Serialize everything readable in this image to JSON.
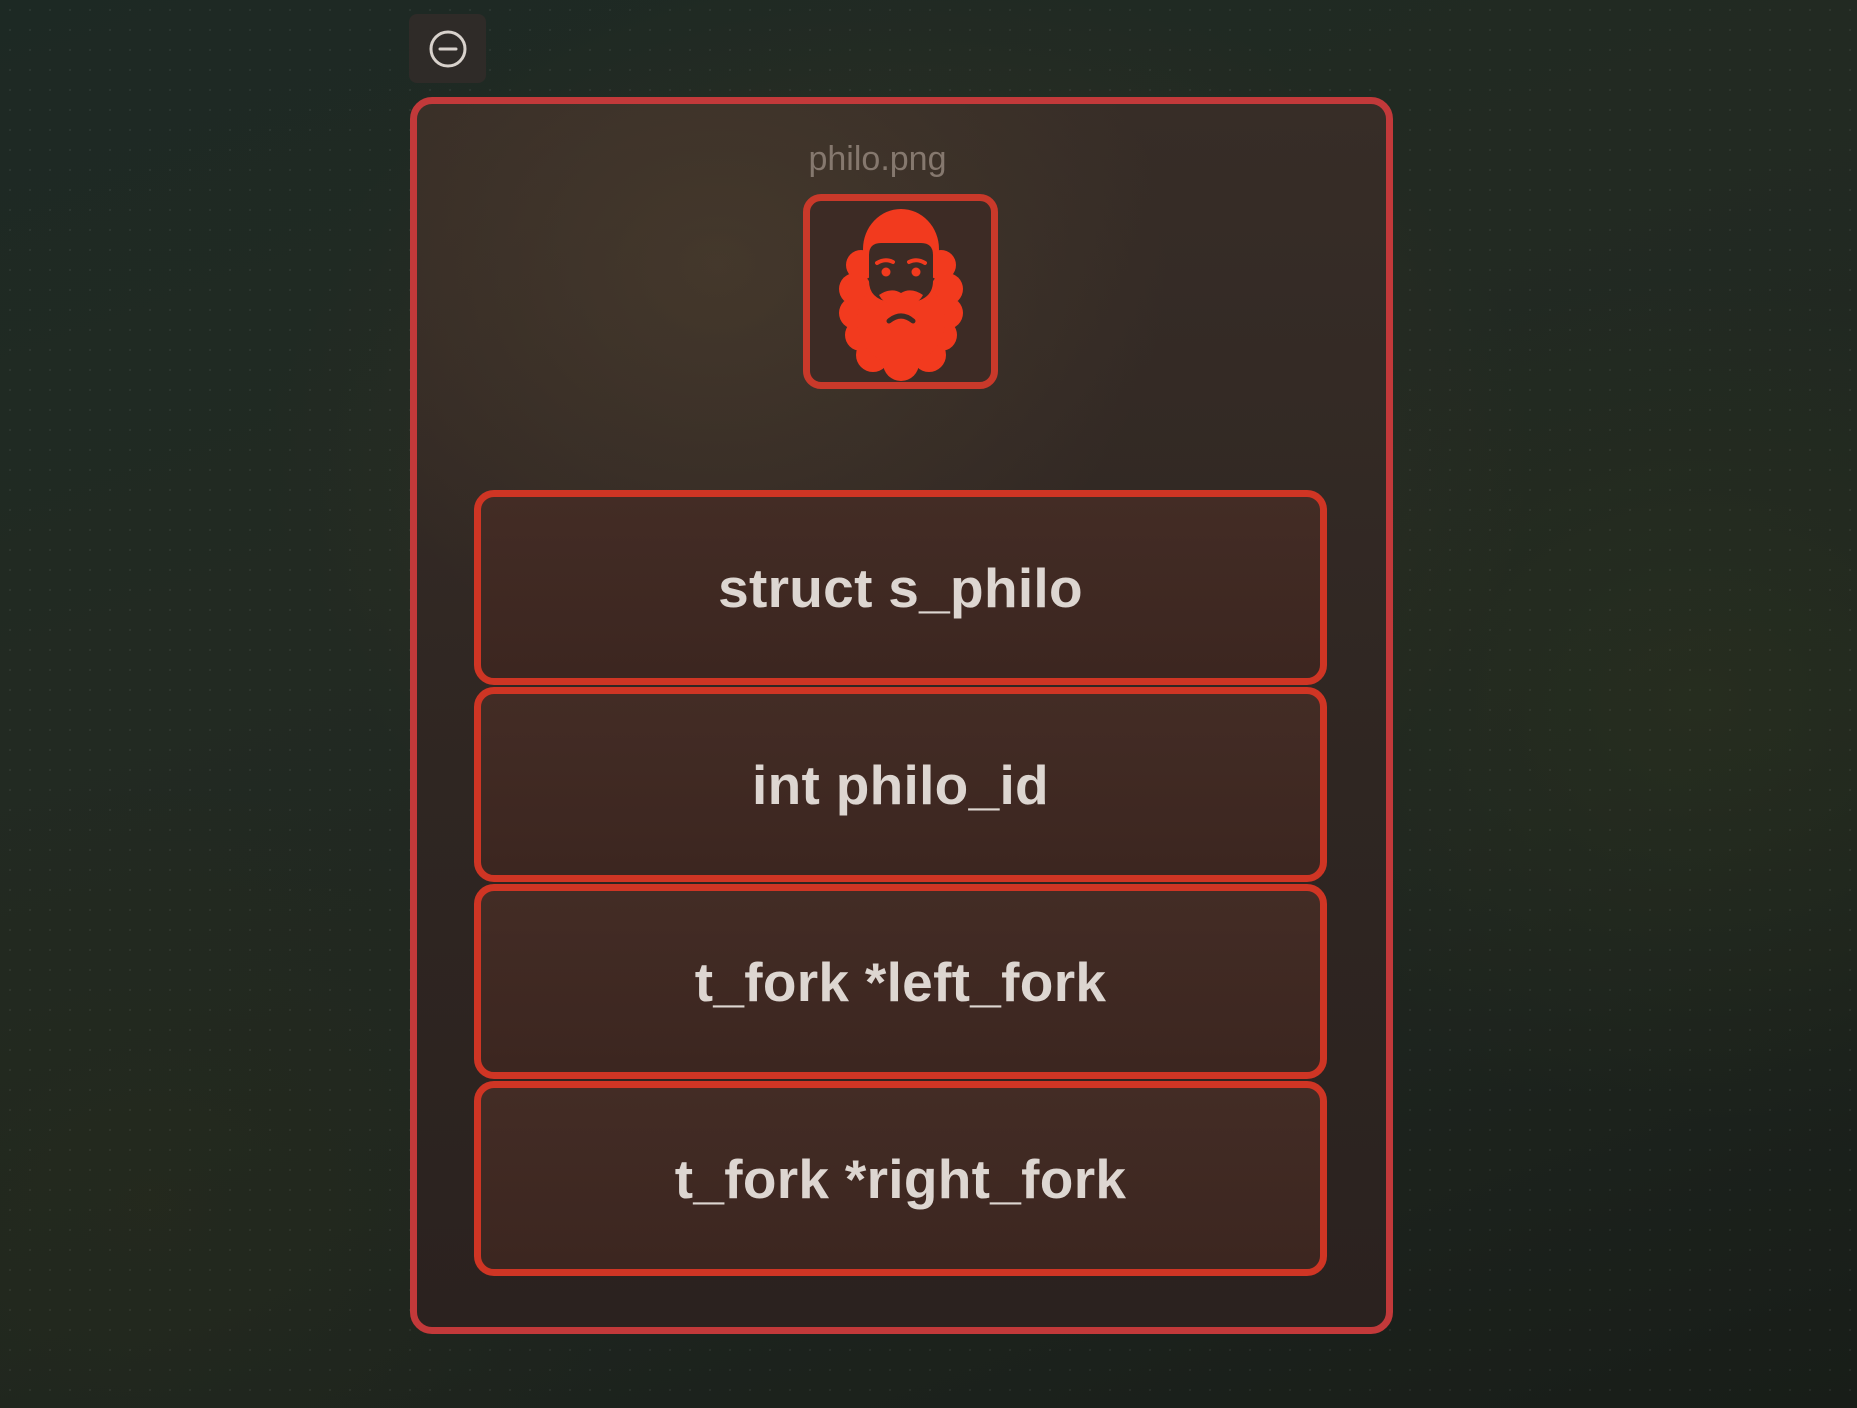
{
  "toolbar": {
    "collapse_icon": "minus-circle-icon"
  },
  "group": {
    "image_label": "philo.png",
    "image_icon": "philosopher-bearded-face-icon",
    "border_color": "#c2393a",
    "accent_color": "#f23a1e"
  },
  "fields": [
    {
      "label": "struct s_philo"
    },
    {
      "label": "int philo_id"
    },
    {
      "label": "t_fork *left_fork"
    },
    {
      "label": "t_fork *right_fork"
    }
  ]
}
